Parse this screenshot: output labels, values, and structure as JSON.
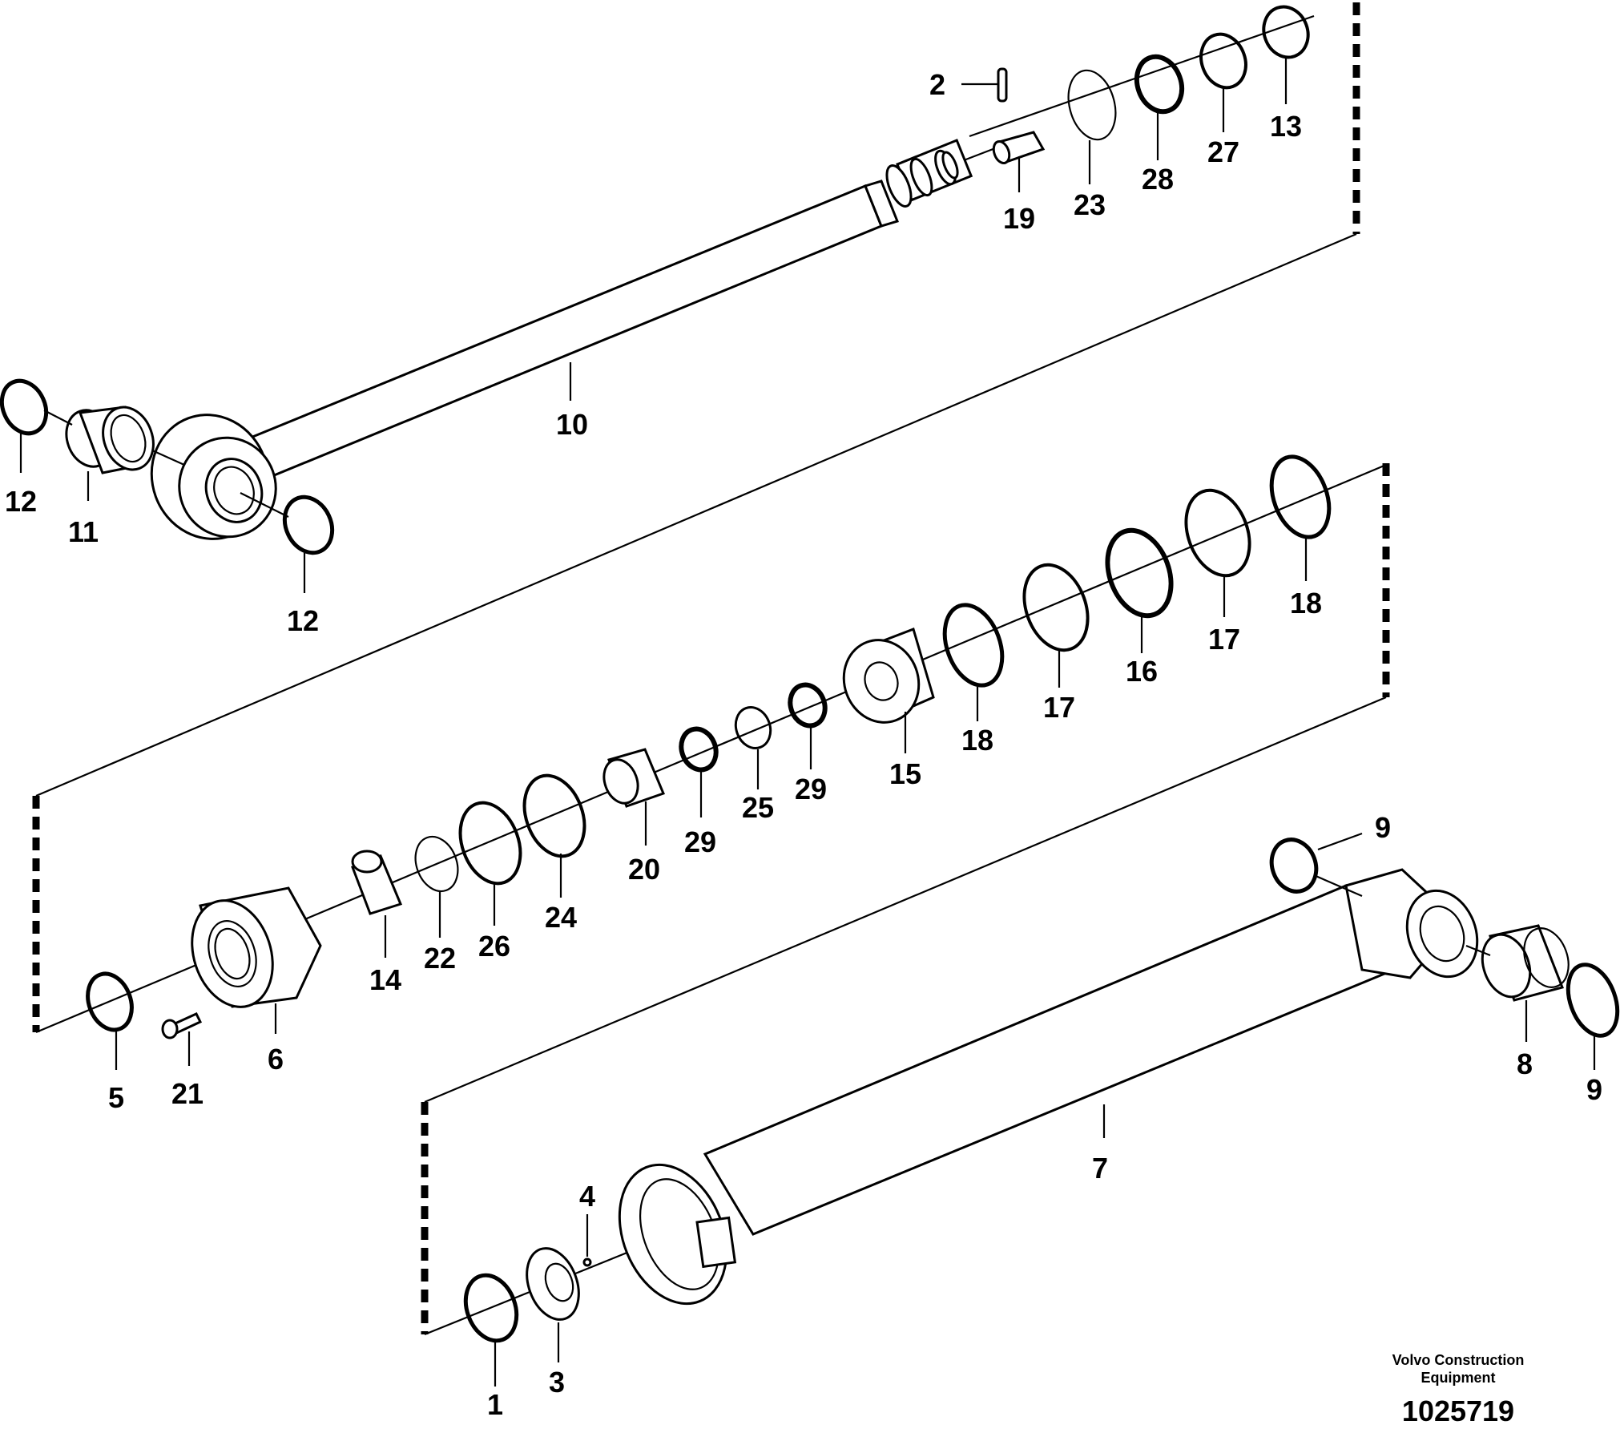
{
  "labels": [
    {
      "id": "1",
      "text": "1"
    },
    {
      "id": "2",
      "text": "2"
    },
    {
      "id": "3",
      "text": "3"
    },
    {
      "id": "4",
      "text": "4"
    },
    {
      "id": "5",
      "text": "5"
    },
    {
      "id": "6",
      "text": "6"
    },
    {
      "id": "7",
      "text": "7"
    },
    {
      "id": "8",
      "text": "8"
    },
    {
      "id": "9a",
      "text": "9"
    },
    {
      "id": "9b",
      "text": "9"
    },
    {
      "id": "10",
      "text": "10"
    },
    {
      "id": "11",
      "text": "11"
    },
    {
      "id": "12a",
      "text": "12"
    },
    {
      "id": "12b",
      "text": "12"
    },
    {
      "id": "13",
      "text": "13"
    },
    {
      "id": "14",
      "text": "14"
    },
    {
      "id": "15",
      "text": "15"
    },
    {
      "id": "16",
      "text": "16"
    },
    {
      "id": "17a",
      "text": "17"
    },
    {
      "id": "17b",
      "text": "17"
    },
    {
      "id": "18a",
      "text": "18"
    },
    {
      "id": "18b",
      "text": "18"
    },
    {
      "id": "19",
      "text": "19"
    },
    {
      "id": "20",
      "text": "20"
    },
    {
      "id": "21",
      "text": "21"
    },
    {
      "id": "22",
      "text": "22"
    },
    {
      "id": "23",
      "text": "23"
    },
    {
      "id": "24",
      "text": "24"
    },
    {
      "id": "25",
      "text": "25"
    },
    {
      "id": "26",
      "text": "26"
    },
    {
      "id": "27",
      "text": "27"
    },
    {
      "id": "28",
      "text": "28"
    },
    {
      "id": "29a",
      "text": "29"
    },
    {
      "id": "29b",
      "text": "29"
    }
  ],
  "footer": {
    "brand_line1": "Volvo Construction",
    "brand_line2": "Equipment",
    "drawing_number": "1025719"
  }
}
